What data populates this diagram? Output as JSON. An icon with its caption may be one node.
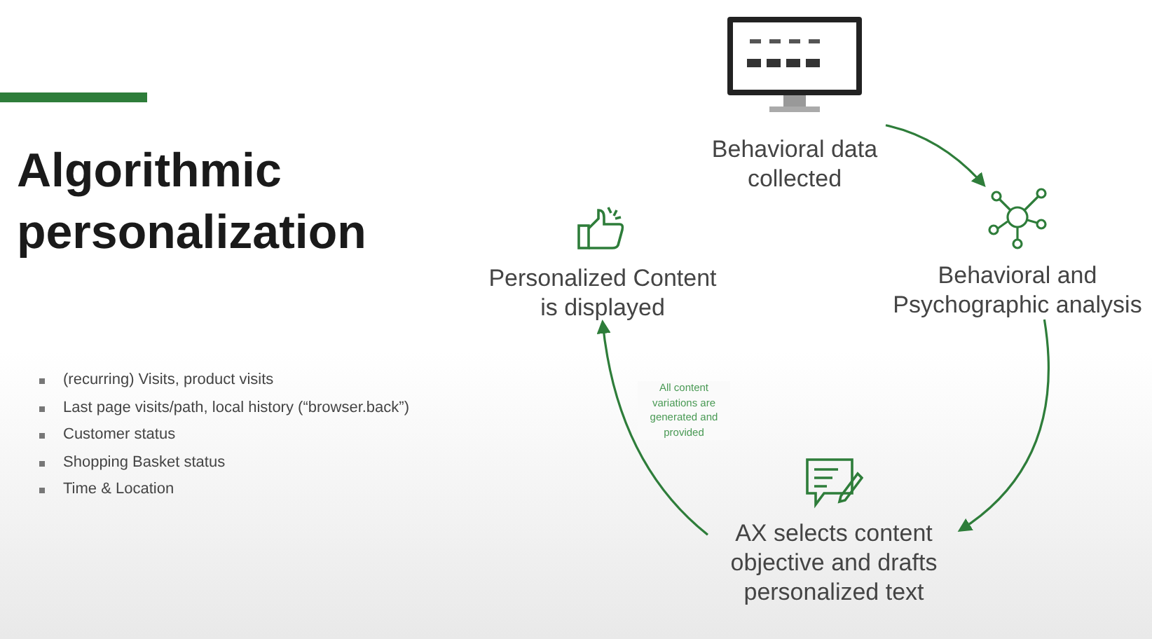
{
  "diagram": {
    "title": "Algorithmic personalization",
    "nodes": [
      {
        "text": [
          "Behavioral data collected"
        ]
      },
      {
        "text": [
          "Behavioral and Psychographic analysis"
        ]
      },
      {
        "text": [
          "AX selects content objective and drafts personalized text"
        ]
      },
      {
        "text": [
          "Personalized Content is displayed"
        ]
      }
    ],
    "edges": [
      {
        "from": 0,
        "to": 1,
        "arrow": "to"
      },
      {
        "from": 1,
        "to": 2,
        "arrow": "to"
      },
      {
        "from": 2,
        "to": 3,
        "arrow": "to",
        "label": "All content variations are generated and provided"
      }
    ],
    "labels": [
      "(recurring) Visits, product visits",
      "Last page visits/path, local history (“browser.back”)",
      "Customer status",
      "Shopping Basket status",
      "Time & Location"
    ]
  }
}
